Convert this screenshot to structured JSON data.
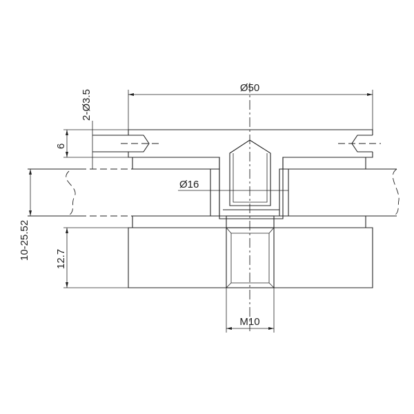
{
  "drawing": {
    "title": "Glass clamp section drawing",
    "dimensions": {
      "outer_diameter": "Ø50",
      "hole_spec": "2-Ø3.5",
      "hole_depth": "6",
      "glass_thickness_range": "10-25.52",
      "base_height": "12.7",
      "bolt_diameter": "Ø16",
      "thread": "M10"
    },
    "colors": {
      "line": "#222222",
      "background": "#ffffff"
    }
  }
}
